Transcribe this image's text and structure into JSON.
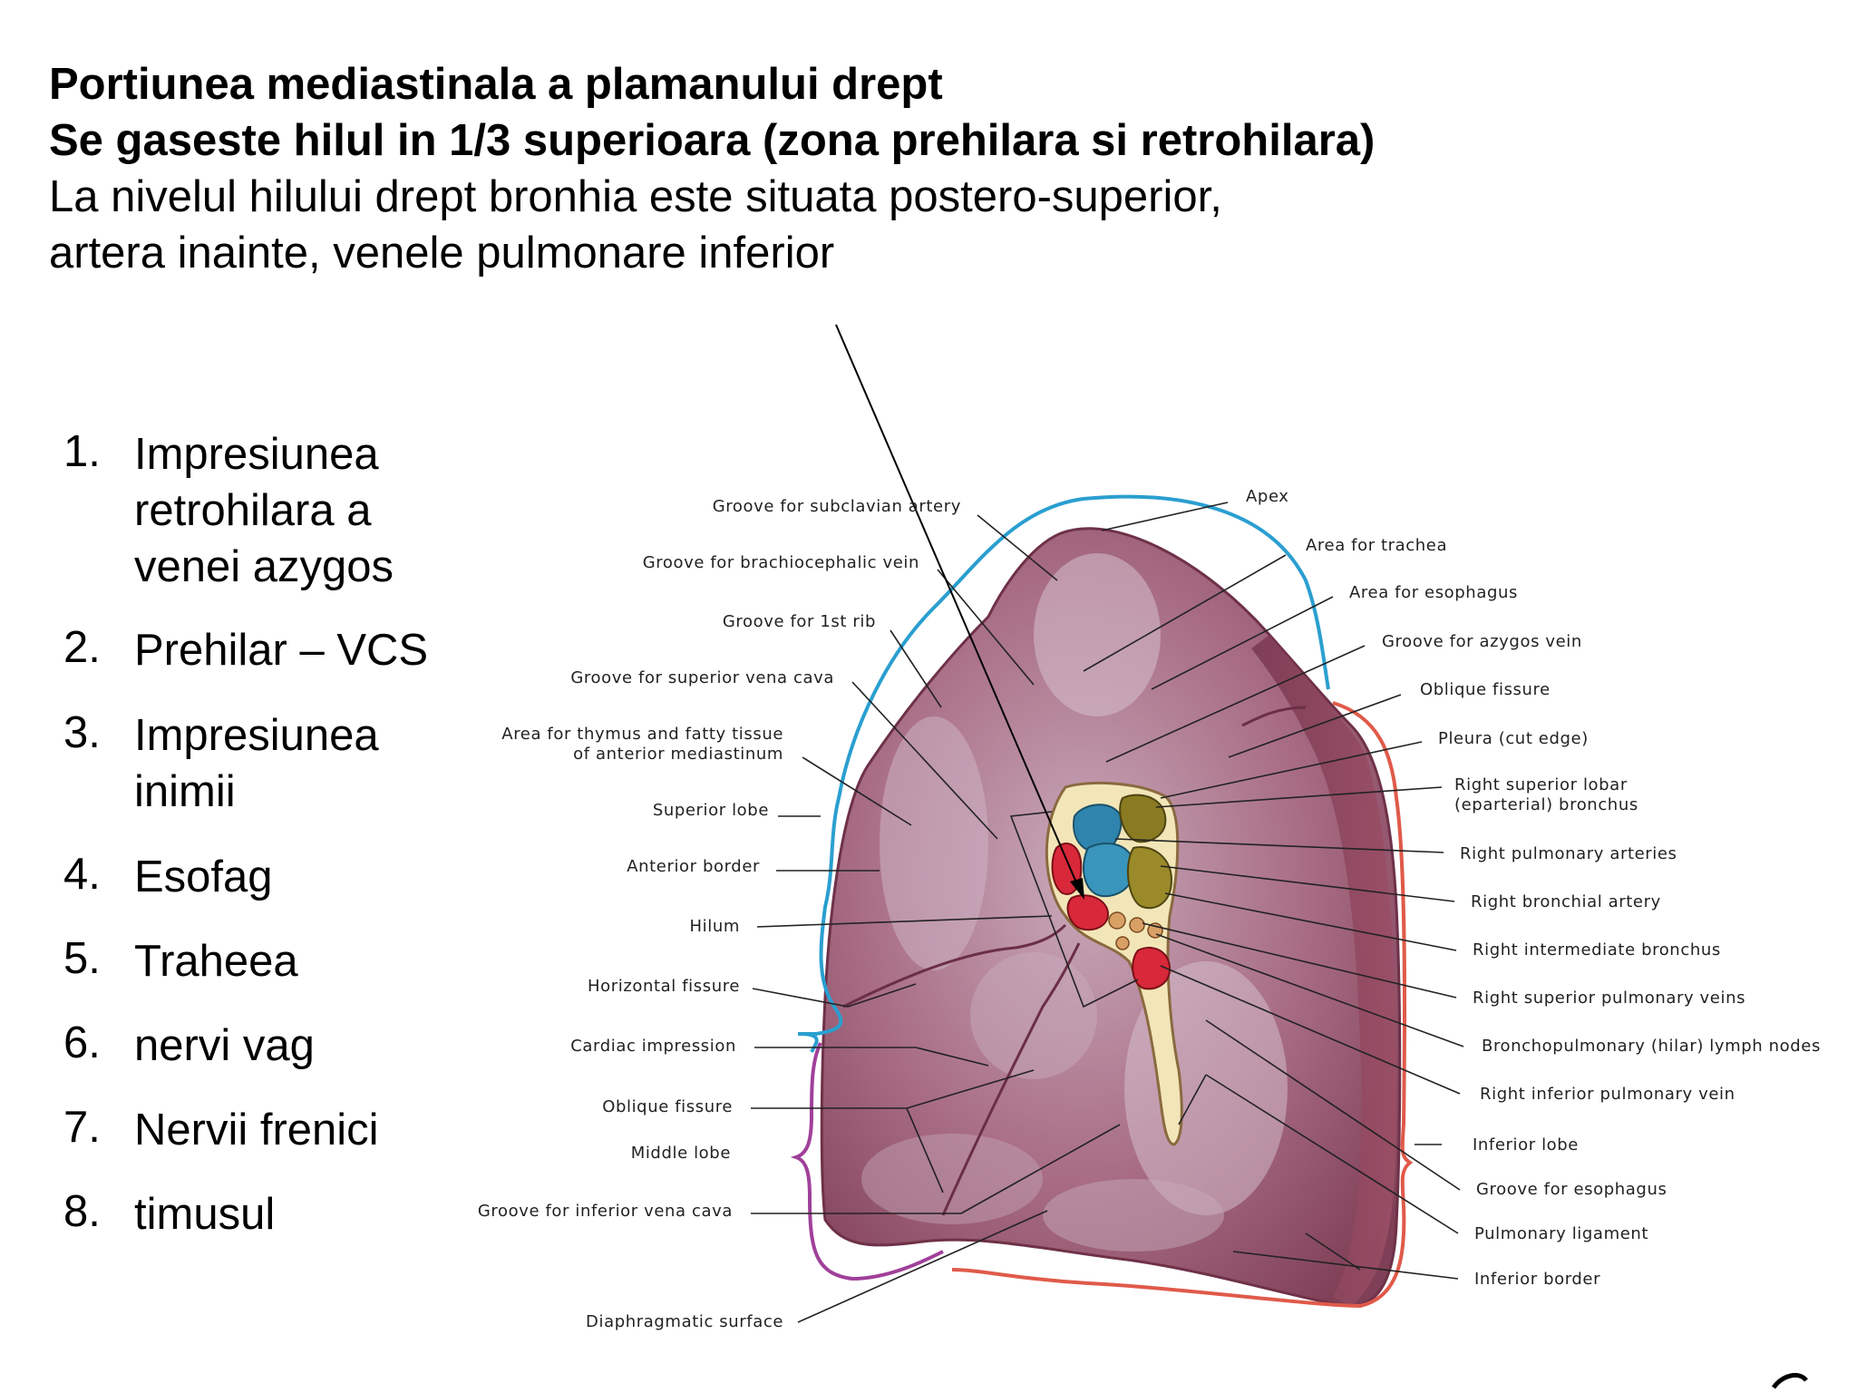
{
  "header": {
    "lines": [
      "Portiunea mediastinala a plamanului drept",
      "Se gaseste hilul in 1/3 superioara (zona prehilara si retrohilara)",
      "La nivelul hilului drept bronhia este situata postero-superior,",
      " artera inainte, venele pulmonare inferior"
    ]
  },
  "list": {
    "items": [
      {
        "num": "1.",
        "text": "Impresiunea retrohilara a venei azygos"
      },
      {
        "num": "2.",
        "text": "Prehilar – VCS"
      },
      {
        "num": "3.",
        "text": "Impresiunea inimii"
      },
      {
        "num": "4.",
        "text": "Esofag"
      },
      {
        "num": "5.",
        "text": "Traheea"
      },
      {
        "num": "6.",
        "text": "nervi vag"
      },
      {
        "num": "7.",
        "text": "Nervii frenici"
      },
      {
        "num": "8.",
        "text": "timusul"
      }
    ]
  },
  "diagram": {
    "labels_left": [
      {
        "lines": [
          "Groove for subclavian artery"
        ]
      },
      {
        "lines": [
          "Groove for brachiocephalic vein"
        ]
      },
      {
        "lines": [
          "Groove for 1st rib"
        ]
      },
      {
        "lines": [
          "Groove for superior vena cava"
        ]
      },
      {
        "lines": [
          "Area for thymus and fatty  tissue",
          "of anterior mediastinum"
        ]
      },
      {
        "lines": [
          "Superior lobe"
        ]
      },
      {
        "lines": [
          "Anterior border"
        ]
      },
      {
        "lines": [
          "Hilum"
        ]
      },
      {
        "lines": [
          "Horizontal fissure"
        ]
      },
      {
        "lines": [
          "Cardiac impression"
        ]
      },
      {
        "lines": [
          "Oblique fissure"
        ]
      },
      {
        "lines": [
          "Middle lobe"
        ]
      },
      {
        "lines": [
          "Groove for inferior vena cava"
        ]
      },
      {
        "lines": [
          "Diaphragmatic surface"
        ]
      }
    ],
    "labels_right": [
      {
        "lines": [
          "Apex"
        ]
      },
      {
        "lines": [
          "Area for trachea"
        ]
      },
      {
        "lines": [
          "Area for esophagus"
        ]
      },
      {
        "lines": [
          "Groove for azygos vein"
        ]
      },
      {
        "lines": [
          "Oblique fissure"
        ]
      },
      {
        "lines": [
          "Pleura (cut edge)"
        ]
      },
      {
        "lines": [
          "Right superior lobar",
          "(eparterial) bronchus"
        ]
      },
      {
        "lines": [
          "Right pulmonary arteries"
        ]
      },
      {
        "lines": [
          "Right bronchial artery"
        ]
      },
      {
        "lines": [
          "Right intermediate bronchus"
        ]
      },
      {
        "lines": [
          "Right superior pulmonary veins"
        ]
      },
      {
        "lines": [
          "Bronchopulmonary  (hilar) lymph nodes"
        ]
      },
      {
        "lines": [
          "Right inferior pulmonary vein"
        ]
      },
      {
        "lines": [
          "Inferior lobe"
        ]
      },
      {
        "lines": [
          "Groove for esophagus"
        ]
      },
      {
        "lines": [
          "Pulmonary ligament"
        ]
      },
      {
        "lines": [
          "Inferior border"
        ]
      }
    ]
  },
  "colors": {
    "lung": "#9a5a6e",
    "pleura_blue": "#2a9fd0",
    "pleura_red": "#e05a4a",
    "pleura_purple": "#a0409a",
    "artery_blue": "#2e84ac",
    "bronchus_olive": "#8a7a22",
    "vein_red": "#d8283a"
  }
}
